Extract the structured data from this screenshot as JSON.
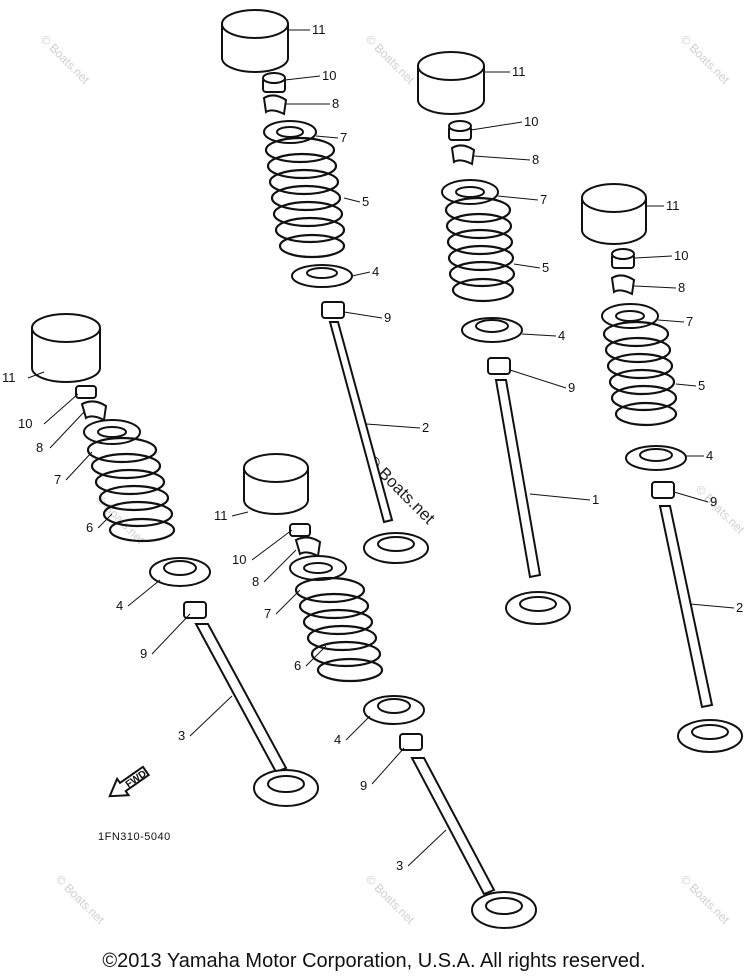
{
  "watermark": {
    "text": "© Boats.net",
    "center_text": "© Boats.net"
  },
  "diagram": {
    "part_number": "1FN310-5040",
    "fwd_label": "FWD",
    "callouts": {
      "a1": "11",
      "a2": "10",
      "a3": "8",
      "a4": "7",
      "a5": "5",
      "a6": "4",
      "a7": "9",
      "a8": "2",
      "b1": "11",
      "b2": "10",
      "b3": "8",
      "b4": "7",
      "b5": "5",
      "b6": "4",
      "b7": "9",
      "b8": "1",
      "c1": "11",
      "c2": "10",
      "c3": "8",
      "c4": "7",
      "c5": "5",
      "c6": "4",
      "c7": "9",
      "c8": "2",
      "d1": "11",
      "d2": "10",
      "d3": "8",
      "d4": "7",
      "d5": "6",
      "d6": "4",
      "d7": "9",
      "d8": "3",
      "e1": "11",
      "e2": "10",
      "e3": "8",
      "e4": "7",
      "e5": "6",
      "e6": "4",
      "e7": "9",
      "e8": "3"
    }
  },
  "footer": {
    "copyright": "©2013 Yamaha Motor Corporation, U.S.A. All rights reserved."
  }
}
